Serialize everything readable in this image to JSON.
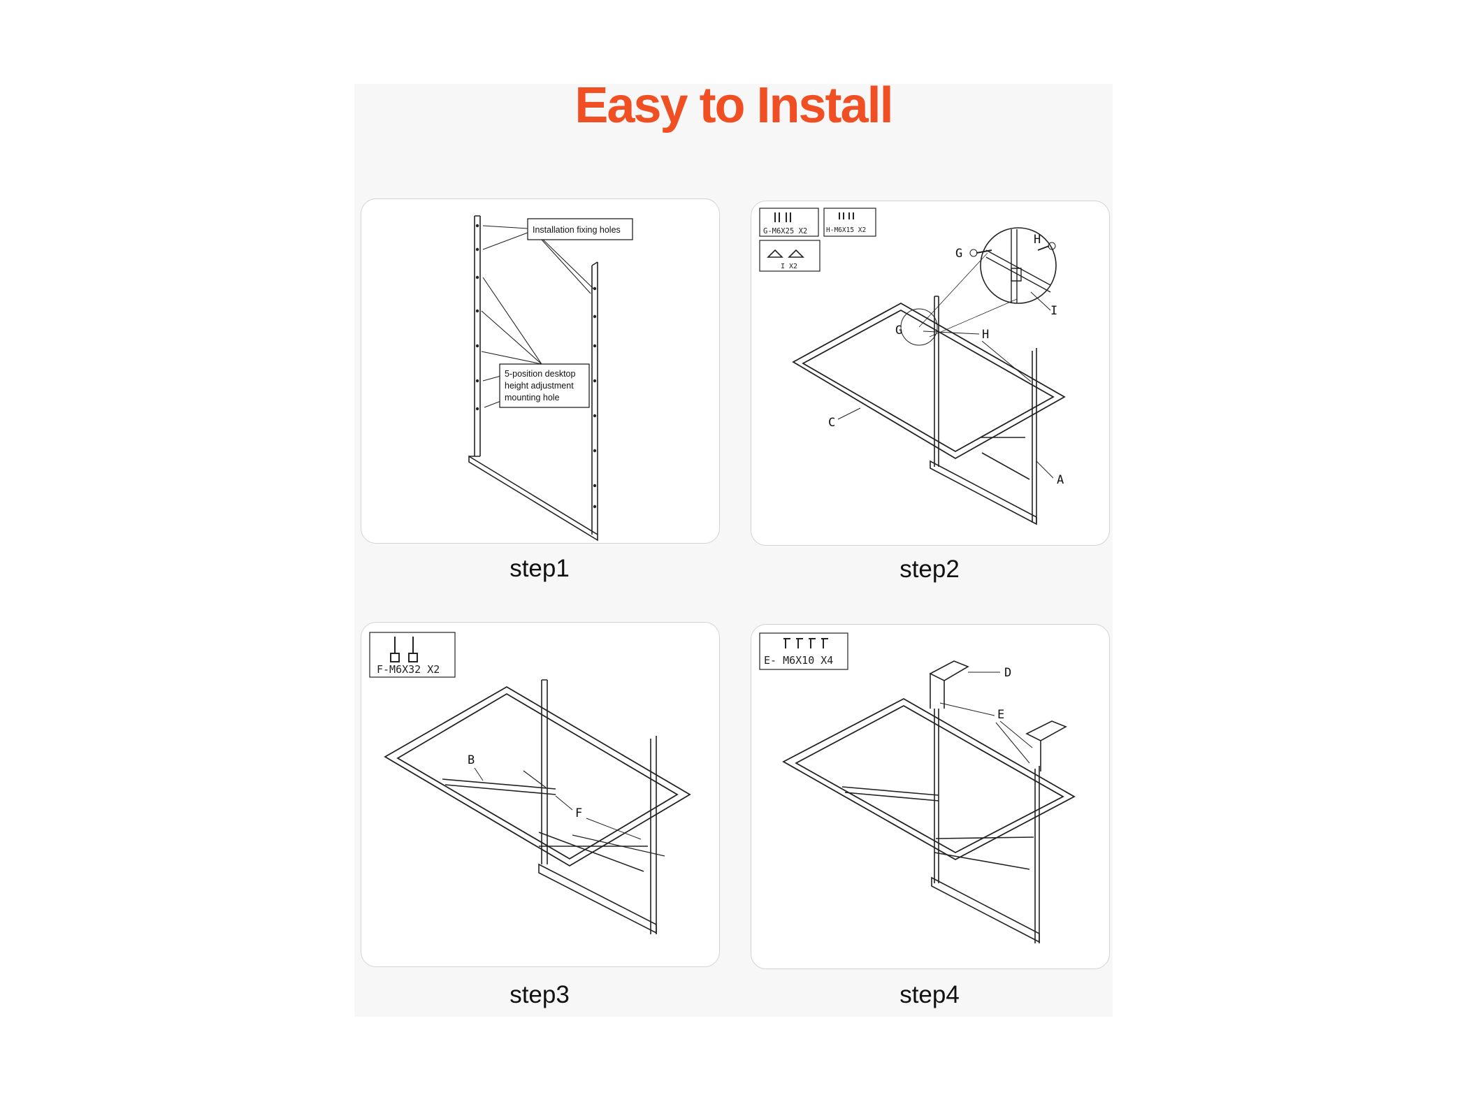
{
  "page": {
    "title": "Easy to Install",
    "accent": "#f04e23"
  },
  "steps": [
    {
      "caption": "step1",
      "labels": {
        "fixing": "Installation fixing holes",
        "height_line1": "5-position desktop",
        "height_line2": "height adjustment",
        "height_line3": "mounting hole"
      }
    },
    {
      "caption": "step2",
      "parts": {
        "g": "G-M6X25 X2",
        "h": "H-M6X15 X2",
        "i": "I X2"
      },
      "labels": {
        "g": "G",
        "h": "H",
        "i": "I",
        "c": "C",
        "a": "A"
      }
    },
    {
      "caption": "step3",
      "parts": {
        "f": "F-M6X32 X2"
      },
      "labels": {
        "b": "B",
        "f": "F"
      }
    },
    {
      "caption": "step4",
      "parts": {
        "e": "E- M6X10 X4"
      },
      "labels": {
        "d": "D",
        "e": "E"
      }
    }
  ]
}
